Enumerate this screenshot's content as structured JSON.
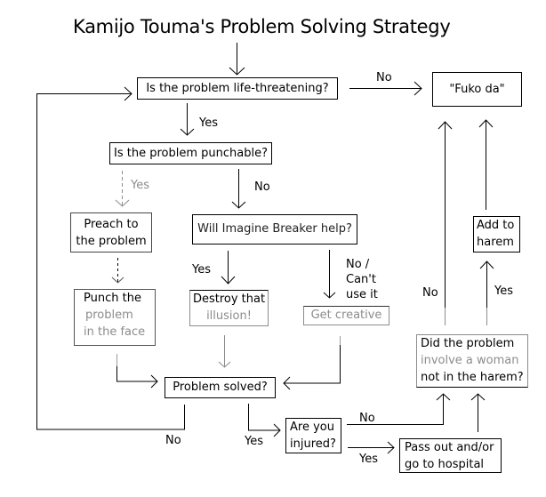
{
  "title": "Kamijo Touma's Problem Solving Strategy",
  "nodes": {
    "life_threatening": "Is the problem life-threatening?",
    "fuko_da": "\"Fuko da\"",
    "punchable": "Is the problem punchable?",
    "preach": [
      "Preach to",
      "the problem"
    ],
    "imagine_breaker": "Will Imagine Breaker help?",
    "add_to_harem": [
      "Add to",
      "harem"
    ],
    "punch": [
      "Punch the",
      "problem",
      "in the face"
    ],
    "destroy": [
      "Destroy that",
      "illusion!"
    ],
    "get_creative": "Get creative",
    "woman": [
      "Did the problem",
      "involve a woman",
      "not in the harem?"
    ],
    "problem_solved": "Problem solved?",
    "injured": [
      "Are you",
      "injured?"
    ],
    "hospital": [
      "Pass out and/or",
      "go to hospital"
    ]
  },
  "labels": {
    "lt_no": "No",
    "lt_yes": "Yes",
    "punch_yes": "Yes",
    "punch_no": "No",
    "ib_yes": "Yes",
    "ib_no": [
      "No /",
      "Can't",
      "use it"
    ],
    "woman_no": "No",
    "woman_yes": "Yes",
    "solved_no": "No",
    "solved_yes": "Yes",
    "injured_no": "No",
    "injured_yes": "Yes"
  },
  "colors": {
    "line": "#000000",
    "faded": "#8c8c8c"
  }
}
